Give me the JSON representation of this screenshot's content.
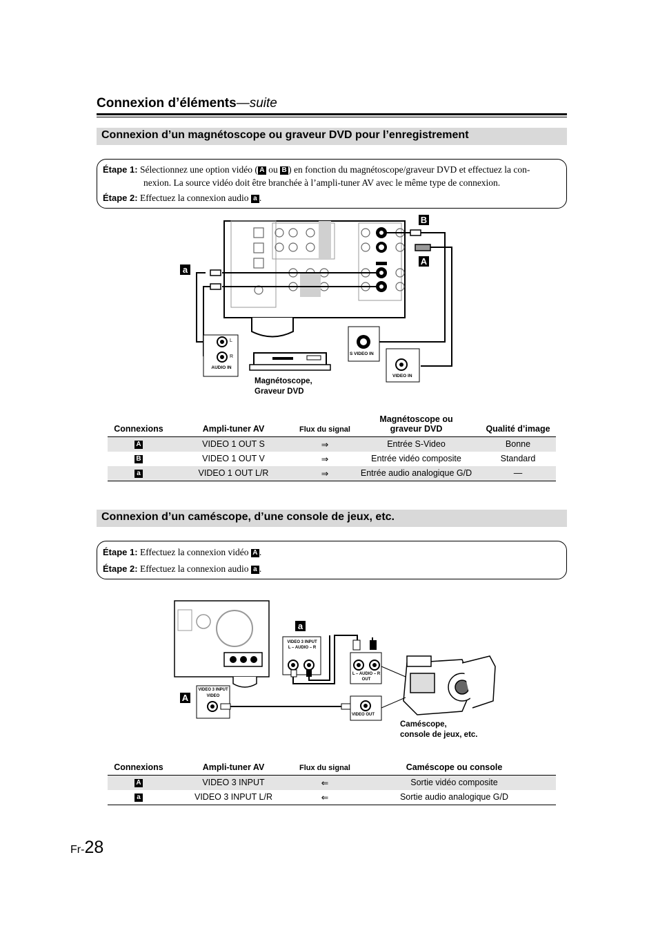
{
  "header": {
    "title": "Connexion d’éléments",
    "suffix": "—suite"
  },
  "section1": {
    "title": "Connexion d’un magnétoscope ou graveur DVD pour l’enregistrement",
    "step1_label": "Étape 1:",
    "step1_a": "Sélectionnez une option vidéo (",
    "step1_or": " ou ",
    "step1_b": ") en fonction du magnétoscope/graveur DVD et effectuez la con-",
    "step1_c": "nexion. La source vidéo doit être branchée à l’ampli-tuner AV avec le même type de connexion.",
    "step2_label": "Étape 2:",
    "step2_text": "Effectuez la connexion audio ",
    "badge_A": "A",
    "badge_B": "B",
    "badge_a": "a",
    "diagram": {
      "device_label_1": "Magnétoscope,",
      "device_label_2": "Graveur DVD",
      "audio_in": "AUDIO IN",
      "audio_l": "L",
      "audio_r": "R",
      "s_video_in": "S VIDEO IN",
      "video_in": "VIDEO IN"
    },
    "table": {
      "headers": [
        "Connexions",
        "Ampli-tuner AV",
        "Flux du signal",
        "Magnétoscope ou graveur DVD",
        "Qualité d’image"
      ],
      "header4_line1": "Magnétoscope ou",
      "header4_line2": "graveur DVD",
      "rows": [
        {
          "badge": "A",
          "amp": "VIDEO 1 OUT S",
          "flow": "⇒",
          "device": "Entrée S-Video",
          "quality": "Bonne"
        },
        {
          "badge": "B",
          "amp": "VIDEO 1 OUT V",
          "flow": "⇒",
          "device": "Entrée vidéo composite",
          "quality": "Standard"
        },
        {
          "badge": "a",
          "amp": "VIDEO 1 OUT L/R",
          "flow": "⇒",
          "device": "Entrée audio analogique G/D",
          "quality": "—"
        }
      ]
    }
  },
  "section2": {
    "title": "Connexion d’un caméscope, d’une console de jeux, etc.",
    "step1_label": "Étape 1:",
    "step1_text": "Effectuez la connexion vidéo ",
    "step2_label": "Étape 2:",
    "step2_text": "Effectuez la connexion audio ",
    "badge_A": "A",
    "badge_a": "a",
    "diagram": {
      "video3_input_1": "VIDEO 3 INPUT",
      "video3_input_2": "L – AUDIO – R",
      "video3_video_1": "VIDEO 3 INPUT",
      "video3_video_2": "VIDEO",
      "cam_audio_out_1": "L – AUDIO – R",
      "cam_audio_out_2": "OUT",
      "cam_video_out": "VIDEO OUT",
      "device_label_1": "Caméscope,",
      "device_label_2": "console de jeux, etc."
    },
    "table": {
      "headers": [
        "Connexions",
        "Ampli-tuner AV",
        "Flux du signal",
        "Caméscope ou console"
      ],
      "rows": [
        {
          "badge": "A",
          "amp": "VIDEO 3 INPUT",
          "flow": "⇐",
          "device": "Sortie vidéo composite"
        },
        {
          "badge": "a",
          "amp": "VIDEO 3 INPUT L/R",
          "flow": "⇐",
          "device": "Sortie audio analogique G/D"
        }
      ]
    }
  },
  "footer": {
    "prefix": "Fr-",
    "page": "28"
  }
}
